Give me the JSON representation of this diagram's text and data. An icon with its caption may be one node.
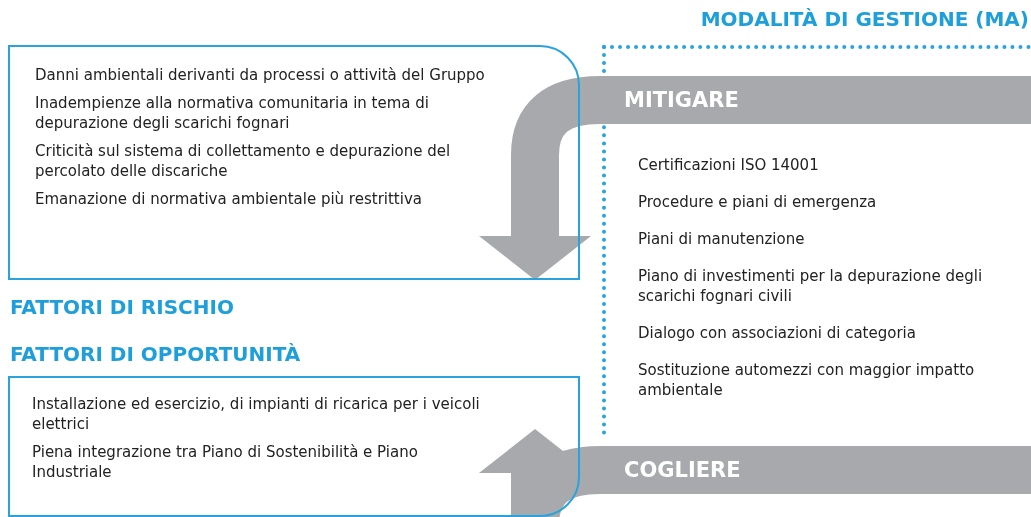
{
  "diagram": {
    "nodes": [
      {
        "text": [
          "Danni ambientali derivanti da processi o attività del Gruppo",
          "Inadempienze alla normativa comunitaria in tema di depurazione degli scarichi fognari",
          "Criticità sul sistema di collettamento e depurazione del percolato delle discariche",
          "Emanazione di normativa ambientale più restrittiva",
          "FATTORI DI RISCHIO"
        ]
      },
      {
        "text": [
          "MODALITÀ DI GESTIONE (MA)",
          "Certificazioni ISO 14001",
          "Procedure e piani di emergenza",
          "Piani di manutenzione",
          "Piano di investimenti per la depurazione degli scarichi fognari civili",
          "Dialogo con associazioni di categoria",
          "Sostituzione automezzi con maggior impatto ambientale"
        ]
      },
      {
        "text": [
          "MITIGARE"
        ]
      },
      {
        "text": [
          "FATTORI DI OPPORTUNITÀ",
          "Installazione ed esercizio, di impianti di ricarica per i veicoli elettrici",
          "Piena integrazione tra Piano di Sostenibilità e Piano Industriale"
        ]
      },
      {
        "text": [
          "COGLIERE"
        ]
      }
    ],
    "edges": [
      {
        "from": 2,
        "to": 0,
        "arrow": "to"
      },
      {
        "from": 4,
        "to": 3,
        "arrow": "to"
      }
    ]
  }
}
